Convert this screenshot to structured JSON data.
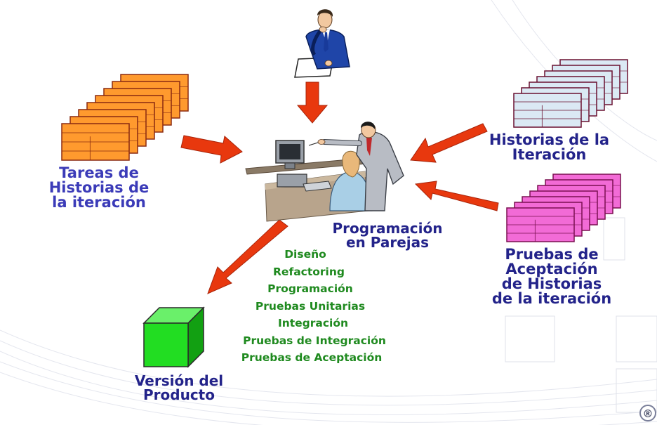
{
  "labels": {
    "tareas": [
      "Tareas de",
      "Historias de",
      "la iteración"
    ],
    "historias": [
      "Historias de la",
      "Iteración"
    ],
    "pruebas": [
      "Pruebas de",
      "Aceptación",
      "de Historias",
      "de la iteración"
    ],
    "programacion": [
      "Programación",
      "en Parejas"
    ],
    "version": [
      "Versión del",
      "Producto"
    ]
  },
  "activities": [
    "Diseño",
    "Refactoring",
    "Programación",
    "Pruebas Unitarias",
    "Integración",
    "Pruebas de Integración",
    "Pruebas de Aceptación"
  ],
  "trademark": "®",
  "colors": {
    "arrow": "#e8380e",
    "tareas_fill": "#ff9a2e",
    "tareas_stroke": "#8a2a10",
    "historias_fill": "#dbe9f4",
    "historias_stroke": "#6a1030",
    "pruebas_fill": "#f26bd6",
    "pruebas_stroke": "#7a1050",
    "cube_green": "#22dd22",
    "label_blue": "#3b3bb8",
    "label_green": "#1f8a1f"
  }
}
